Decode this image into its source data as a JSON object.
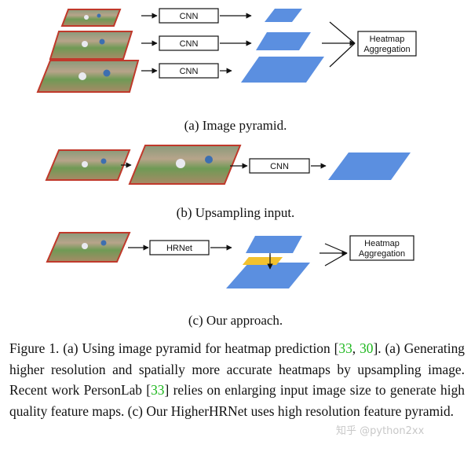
{
  "panels": {
    "a": {
      "caption": "(a) Image pyramid.",
      "net_labels": [
        "CNN",
        "CNN",
        "CNN"
      ],
      "aggregation": [
        "Heatmap",
        "Aggregation"
      ]
    },
    "b": {
      "caption": "(b) Upsampling input.",
      "net_label": "CNN"
    },
    "c": {
      "caption": "(c) Our approach.",
      "net_label": "HRNet",
      "aggregation": [
        "Heatmap",
        "Aggregation"
      ]
    }
  },
  "figure_caption": {
    "prefix": "Figure 1. (a) Using image pyramid for heatmap prediction [",
    "cite1": "33",
    "sep1": ",",
    "cite2": "30",
    "mid1": "]. (a) Generating higher resolution and spatially more accurate heatmaps by upsampling image. Recent work PersonLab [",
    "cite3": "33",
    "mid2": "] relies on enlarging input image size to generate high quality feature maps. (c) Our HigherHRNet uses high resolution feature pyramid."
  },
  "watermark": "知乎 @python2xx",
  "colors": {
    "feature_map": "#5b8fe0",
    "deconv_module": "#f2c12e",
    "citation": "#1fb81f",
    "image_border": "#c0392b"
  }
}
